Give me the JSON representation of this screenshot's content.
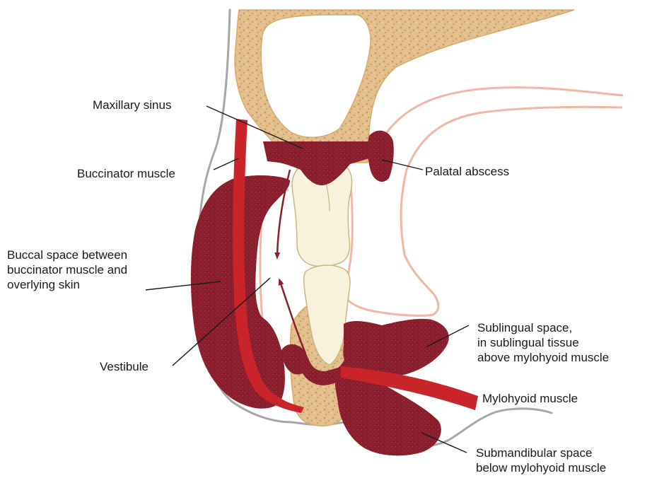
{
  "labels": {
    "maxillary_sinus": "Maxillary sinus",
    "buccinator_muscle": "Buccinator muscle",
    "palatal_abscess": "Palatal abscess",
    "buccal_space": [
      "Buccal space between",
      "buccinator muscle and",
      "overlying skin"
    ],
    "vestibule": "Vestibule",
    "sublingual_space": [
      "Sublingual space,",
      "in sublingual tissue",
      "above mylohyoid muscle"
    ],
    "mylohyoid_muscle": "Mylohyoid muscle",
    "submandibular_space": [
      "Submandibular space",
      "below mylohyoid muscle"
    ]
  },
  "colors": {
    "bone": "#e3bf8d",
    "bone_edge": "#d8aa6c",
    "abscess": "#8a1e2c",
    "muscle": "#c8242a",
    "tooth": "#f8f2dc",
    "tooth_edge": "#c9b682",
    "mucosa": "#f2b6a6",
    "skin": "#a7a7a7",
    "leader": "#1a1a1a"
  }
}
